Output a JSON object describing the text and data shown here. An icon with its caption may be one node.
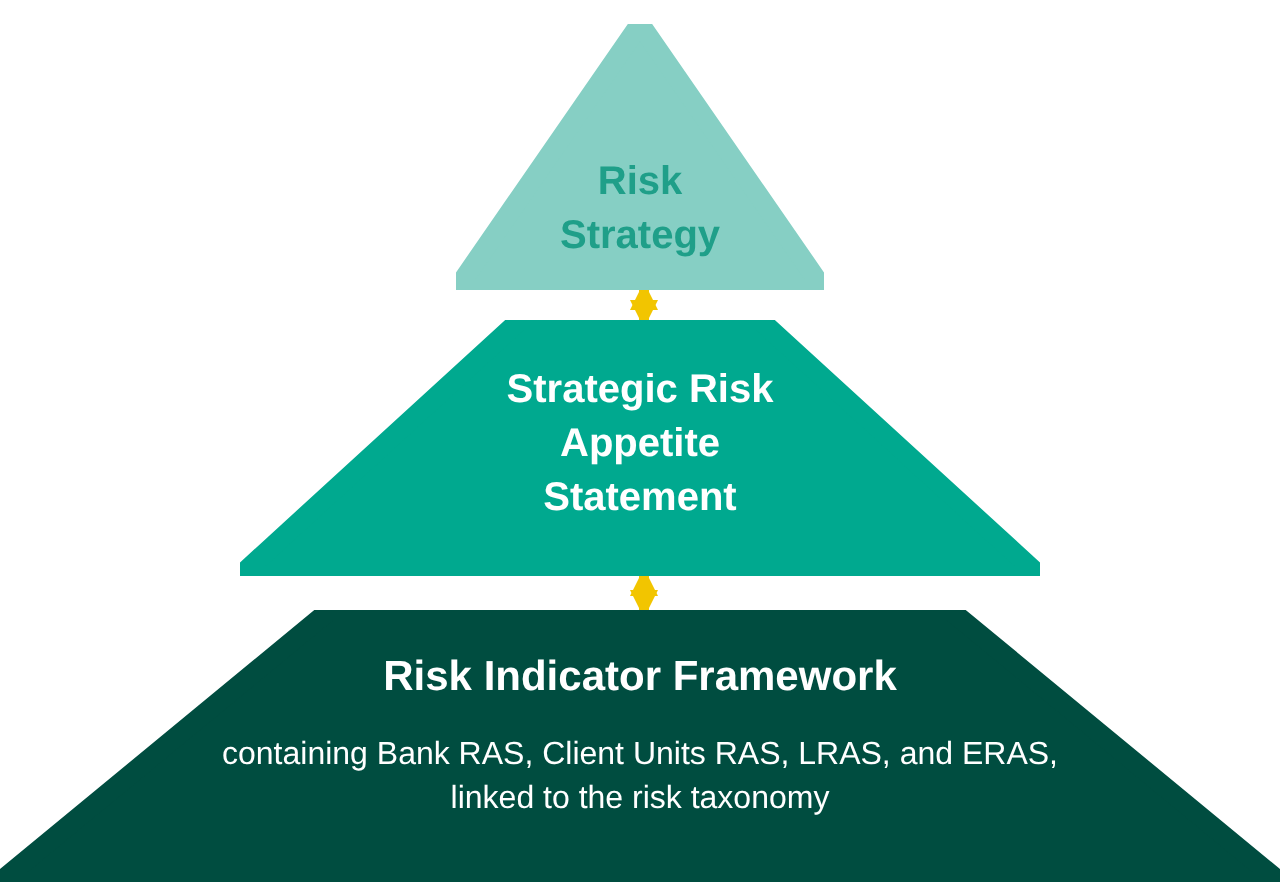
{
  "diagram": {
    "nodes": [
      {
        "text": [
          "Risk Strategy"
        ]
      },
      {
        "text": [
          "Strategic Risk Appetite Statement"
        ]
      },
      {
        "text": [
          "Risk Indicator Framework",
          "containing Bank RAS, Client Units RAS, LRAS, and ERAS, linked to the risk taxonomy"
        ]
      }
    ],
    "edges": [
      {
        "from": 0,
        "to": 1,
        "arrow": "both"
      },
      {
        "from": 1,
        "to": 2,
        "arrow": "both"
      }
    ]
  }
}
